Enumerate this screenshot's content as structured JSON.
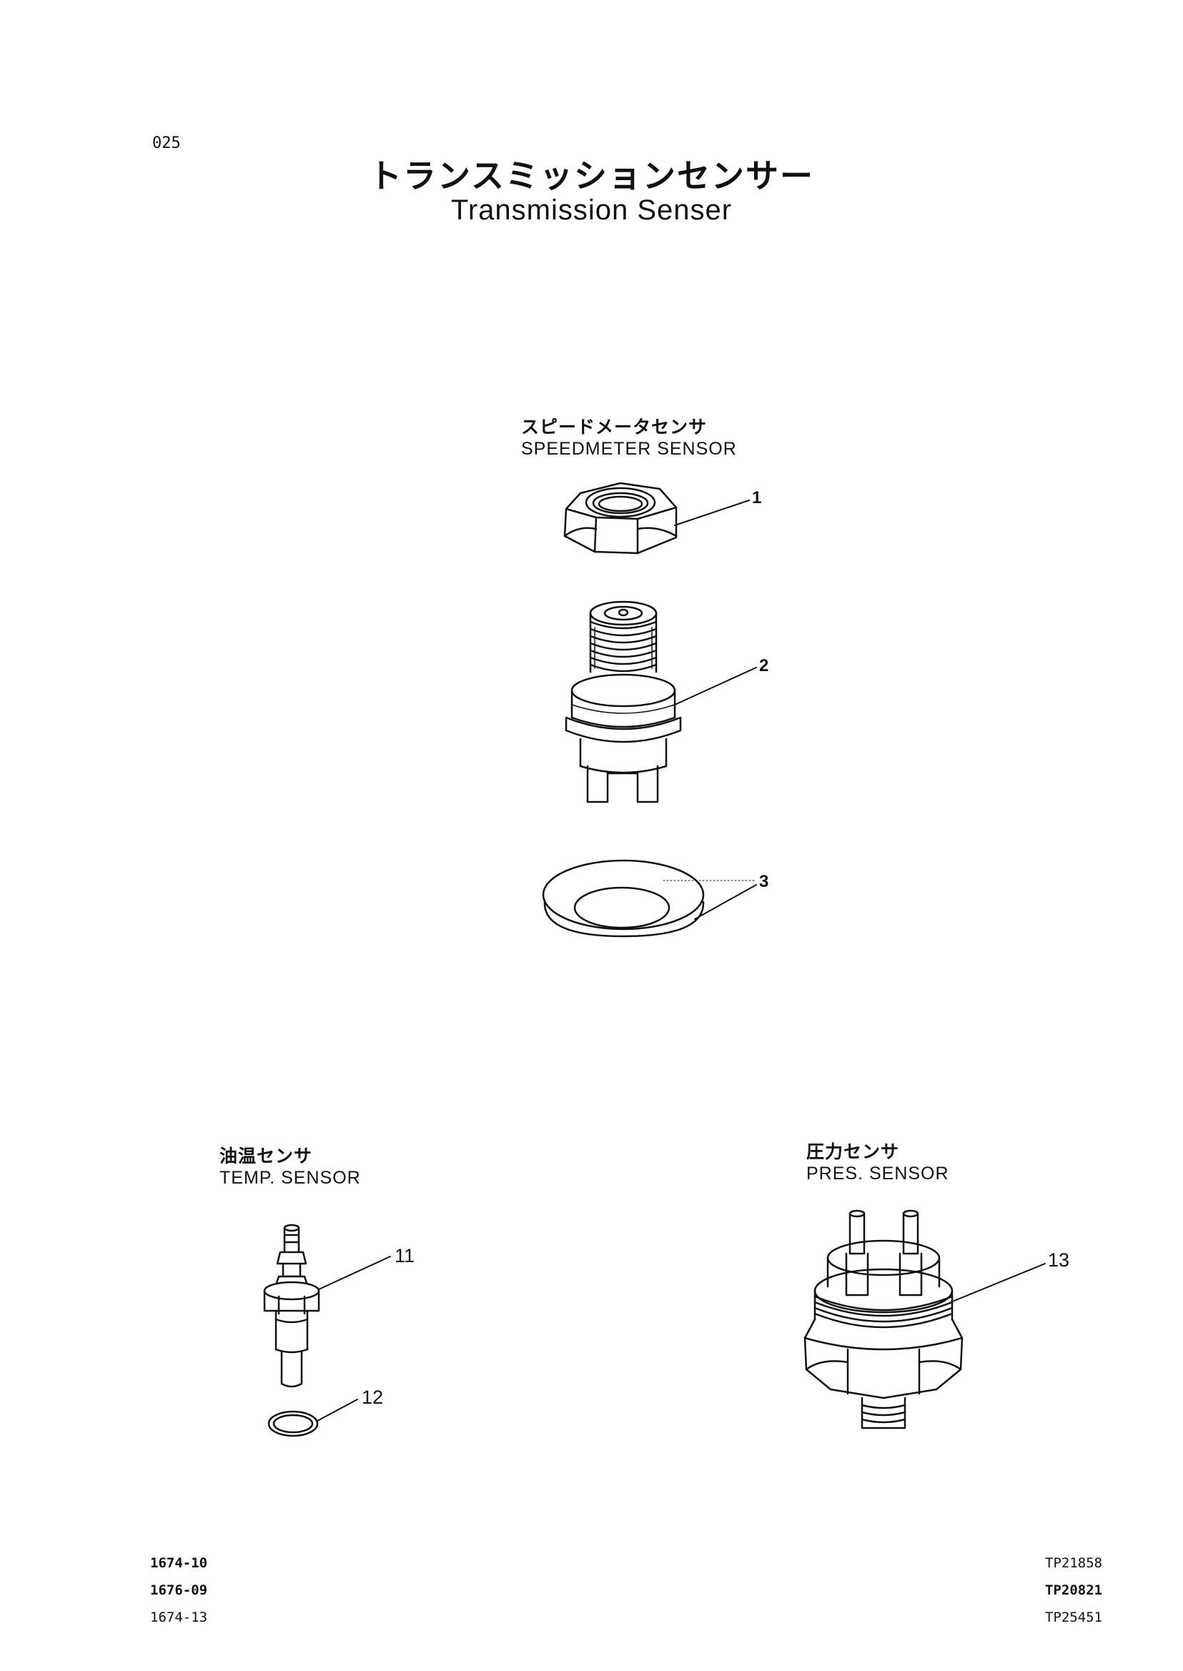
{
  "page": {
    "number": "025",
    "title_ja": "トランスミッションセンサー",
    "title_en": "Transmission Senser"
  },
  "groups": [
    {
      "id": "speedometer",
      "label_ja": "スピードメータセンサ",
      "label_en": "SPEEDMETER SENSOR",
      "parts": [
        {
          "callout": "1",
          "part": "nut"
        },
        {
          "callout": "2",
          "part": "speedometer-sensor-body"
        },
        {
          "callout": "3",
          "part": "washer"
        }
      ]
    },
    {
      "id": "temp",
      "label_ja": "油温センサ",
      "label_en": "TEMP. SENSOR",
      "parts": [
        {
          "callout": "11",
          "part": "temp-sensor-body"
        },
        {
          "callout": "12",
          "part": "o-ring"
        }
      ]
    },
    {
      "id": "pressure",
      "label_ja": "圧力センサ",
      "label_en": "PRES. SENSOR",
      "parts": [
        {
          "callout": "13",
          "part": "pressure-sensor-body"
        }
      ]
    }
  ],
  "footer": {
    "left_codes": [
      "1674-10",
      "1676-09",
      "1674-13"
    ],
    "right_codes": [
      "TP21858",
      "TP20821",
      "TP25451"
    ]
  }
}
